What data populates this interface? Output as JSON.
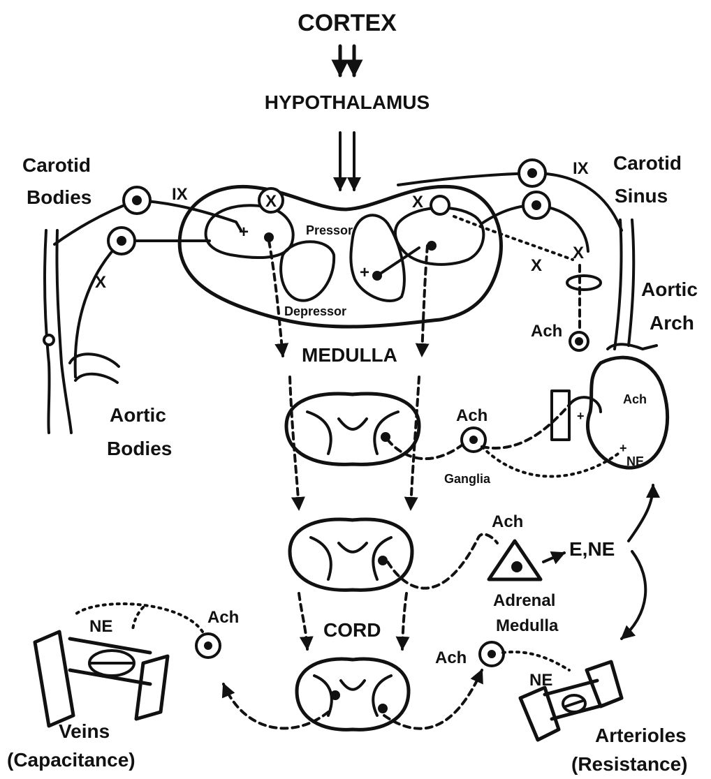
{
  "labels": {
    "cortex": "CORTEX",
    "hypothalamus": "HYPOTHALAMUS",
    "carotid_bodies_1": "Carotid",
    "carotid_bodies_2": "Bodies",
    "carotid_sinus_1": "Carotid",
    "carotid_sinus_2": "Sinus",
    "ix_left": "IX",
    "ix_right": "IX",
    "x_left": "X",
    "x_right_1": "X",
    "x_right_2": "X",
    "x_right_3": "X",
    "x_circle": "X",
    "pressor": "Pressor",
    "depressor": "Depressor",
    "medulla": "MEDULLA",
    "aortic_arch_1": "Aortic",
    "aortic_arch_2": "Arch",
    "aortic_bodies_1": "Aortic",
    "aortic_bodies_2": "Bodies",
    "ach_heart_vagal": "Ach",
    "ach_heart": "Ach",
    "ach_ganglia": "Ach",
    "ganglia": "Ganglia",
    "ne_heart": "NE",
    "ach_adrenal": "Ach",
    "e_ne": "E,NE",
    "adrenal_1": "Adrenal",
    "adrenal_2": "Medulla",
    "ne_veins": "NE",
    "ach_veins": "Ach",
    "cord": "CORD",
    "ach_arterioles": "Ach",
    "ne_arterioles": "NE",
    "veins_1": "Veins",
    "veins_2": "(Capacitance)",
    "arterioles_1": "Arterioles",
    "arterioles_2": "(Resistance)"
  }
}
